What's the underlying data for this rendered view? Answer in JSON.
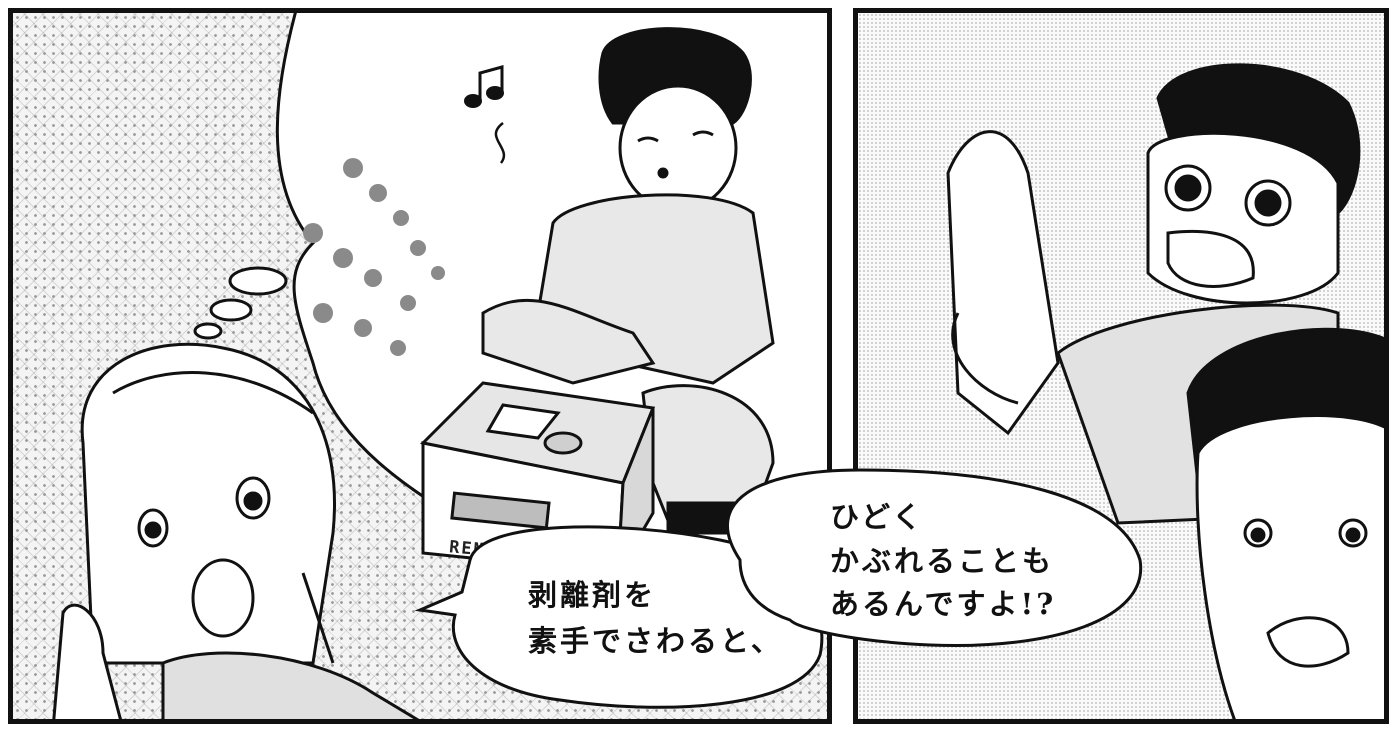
{
  "panels": {
    "left": {
      "speech": {
        "line1": "剥離剤を",
        "line2": "素手でさわると、"
      },
      "can_label": "REMOVER",
      "music_note_icon": "music-note-icon"
    },
    "right": {
      "speech": {
        "line1": "ひどく",
        "line2": "かぶれることも",
        "line3": "あるんですよ!?"
      }
    }
  },
  "colors": {
    "ink": "#111111",
    "paper": "#ffffff",
    "tone": "#9a9a9a"
  }
}
